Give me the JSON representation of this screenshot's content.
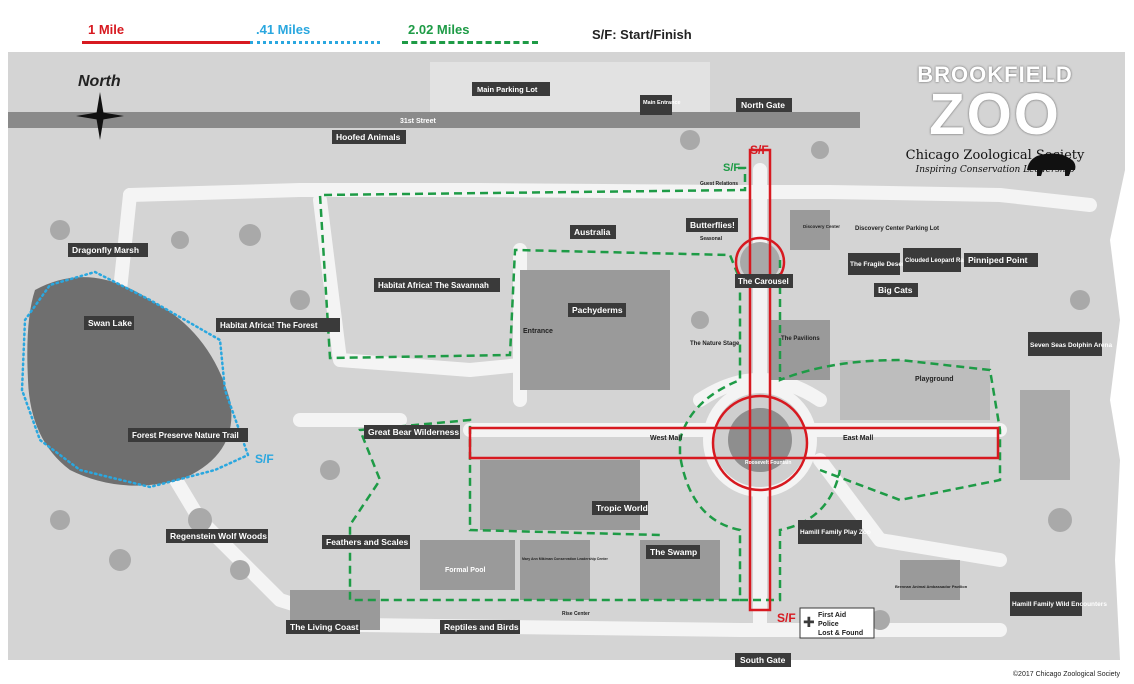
{
  "legend": [
    {
      "label": "1 Mile",
      "color": "#d71920",
      "style": "solid"
    },
    {
      "label": ".41 Miles",
      "color": "#2aa7df",
      "style": "dotted"
    },
    {
      "label": "2.02 Miles",
      "color": "#1e9b46",
      "style": "dashed"
    },
    {
      "label": "S/F: Start/Finish",
      "color": "#222222",
      "style": "none"
    }
  ],
  "colors": {
    "red_route": "#d71920",
    "blue_route": "#2aa7df",
    "green_route": "#1e9b46",
    "label_box": "#3a3a3a",
    "land": "#d6d6d6",
    "path": "#f2f2f2",
    "water": "#7d7d7d"
  },
  "compass": {
    "label": "North"
  },
  "street": {
    "label": "31st Street"
  },
  "logo": {
    "line1": "BROOKFIELD",
    "line2": "ZOO",
    "society": "Chicago Zoological Society",
    "tagline": "Inspiring Conservation Leadership",
    "icon": "bison-icon"
  },
  "start_finish": {
    "label": "S/F"
  },
  "labels": {
    "main_parking_lot": "Main Parking Lot",
    "main_entrance": "Main Entrance",
    "north_gate": "North Gate",
    "hoofed_animals": "Hoofed Animals",
    "guest_relations": "Guest Relations",
    "dragonfly_marsh": "Dragonfly Marsh",
    "swan_lake": "Swan Lake",
    "habitat_forest": "Habitat Africa! The Forest",
    "habitat_savannah": "Habitat Africa! The Savannah",
    "australia": "Australia",
    "butterflies": "Butterflies!",
    "seasonal": "Seasonal",
    "discovery_center": "Discovery Center",
    "discovery_parking": "Discovery Center Parking Lot",
    "carousel": "The Carousel",
    "fragile_desert": "The Fragile Desert",
    "clouded_leopard": "Clouded Leopard Rain Forest",
    "pinniped_point": "Pinniped Point",
    "big_cats": "Big Cats",
    "pachyderms": "Pachyderms",
    "entrance": "Entrance",
    "nature_stage": "The Nature Stage",
    "pavilions": "The Pavilions",
    "seven_seas": "Seven Seas Dolphin Arena",
    "playground": "Playground",
    "forest_preserve": "Forest Preserve Nature Trail",
    "great_bear": "Great Bear Wilderness",
    "west_mall": "West Mall",
    "east_mall": "East Mall",
    "roosevelt": "Roosevelt Fountain",
    "tropic_world": "Tropic World",
    "regenstein": "Regenstein Wolf Woods",
    "feathers": "Feathers and Scales",
    "formal_pool": "Formal Pool",
    "conservation_center": "Mary Ann Mikiman Conservation Leadership Center",
    "swamp": "The Swamp",
    "hamill_play_zoo": "Hamill Family Play Zoo",
    "first_aid": "First Aid",
    "police": "Police",
    "lost_found": "Lost & Found",
    "living_coast": "The Living Coast",
    "reptiles": "Reptiles and Birds",
    "rise_center": "Rise Center",
    "south_gate": "South Gate",
    "pavilion_ambassador": "Brennan Animal Ambassador Pavilion",
    "hamill_wild": "Hamill Family Wild Encounters"
  },
  "copyright": "©2017 Chicago Zoological Society"
}
